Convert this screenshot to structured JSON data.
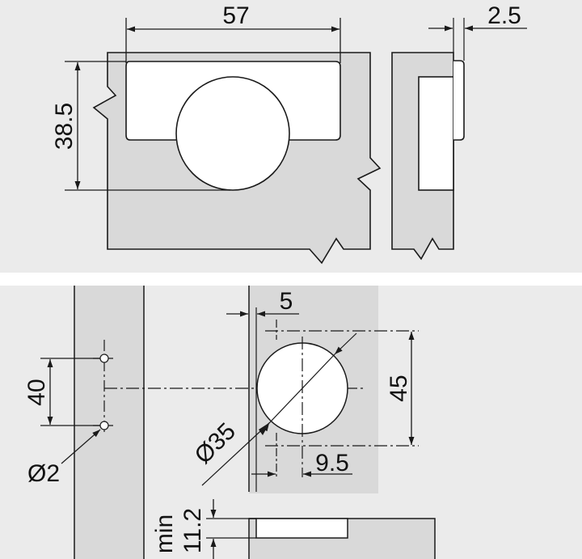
{
  "colors": {
    "panel_bg": "#ebebeb",
    "separator": "#ffffff",
    "material": "#d9d9d9",
    "cutout": "#ffffff",
    "line": "#1a1a1a"
  },
  "top_view": {
    "width_dim": "57",
    "height_dim": "38.5",
    "side_offset_dim": "2.5"
  },
  "bottom_view": {
    "pilot_spacing_dim": "40",
    "pilot_diameter_dim": "Ø2",
    "cup_diameter_dim": "Ø35",
    "edge_distance_dim": "5",
    "cup_offset_dim": "9.5",
    "plate_height_dim": "45",
    "min_thickness_label": "min",
    "min_thickness_dim": "11.2"
  }
}
